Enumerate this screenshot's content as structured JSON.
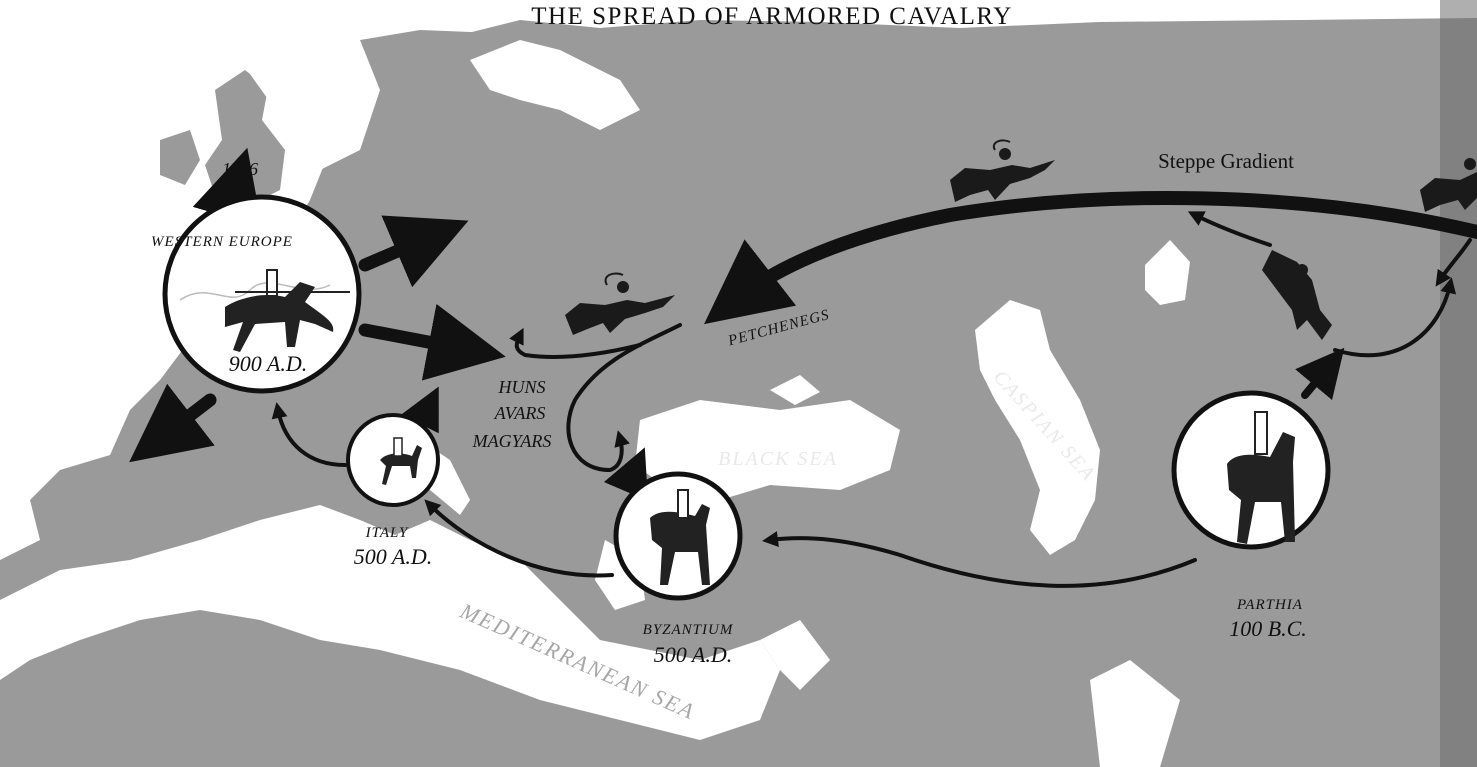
{
  "title": "THE SPREAD OF ARMORED CAVALRY",
  "regions": {
    "western_europe": {
      "name": "WESTERN EUROPE",
      "date": "900 A.D."
    },
    "italy": {
      "name": "ITALY",
      "date": "500 A.D."
    },
    "byzantium": {
      "name": "BYZANTIUM",
      "date": "500 A.D."
    },
    "parthia": {
      "name": "PARTHIA",
      "date": "100 B.C."
    }
  },
  "labels": {
    "year_1066": "1066",
    "petchenegs": "PETCHENEGS",
    "huns": "HUNS",
    "avars": "AVARS",
    "magyars": "MAGYARS",
    "steppe_gradient": "Steppe Gradient"
  },
  "seas": {
    "black_sea": "BLACK SEA",
    "caspian_sea": "CASPIAN SEA",
    "mediterranean_sea": "MEDITERRANEAN SEA"
  },
  "colors": {
    "land": "#9a9a9a",
    "water": "#ffffff",
    "arrow": "#111111",
    "circle_fill": "#ffffff"
  },
  "icons": [
    "horse-archer-icon",
    "armored-knight-icon"
  ]
}
